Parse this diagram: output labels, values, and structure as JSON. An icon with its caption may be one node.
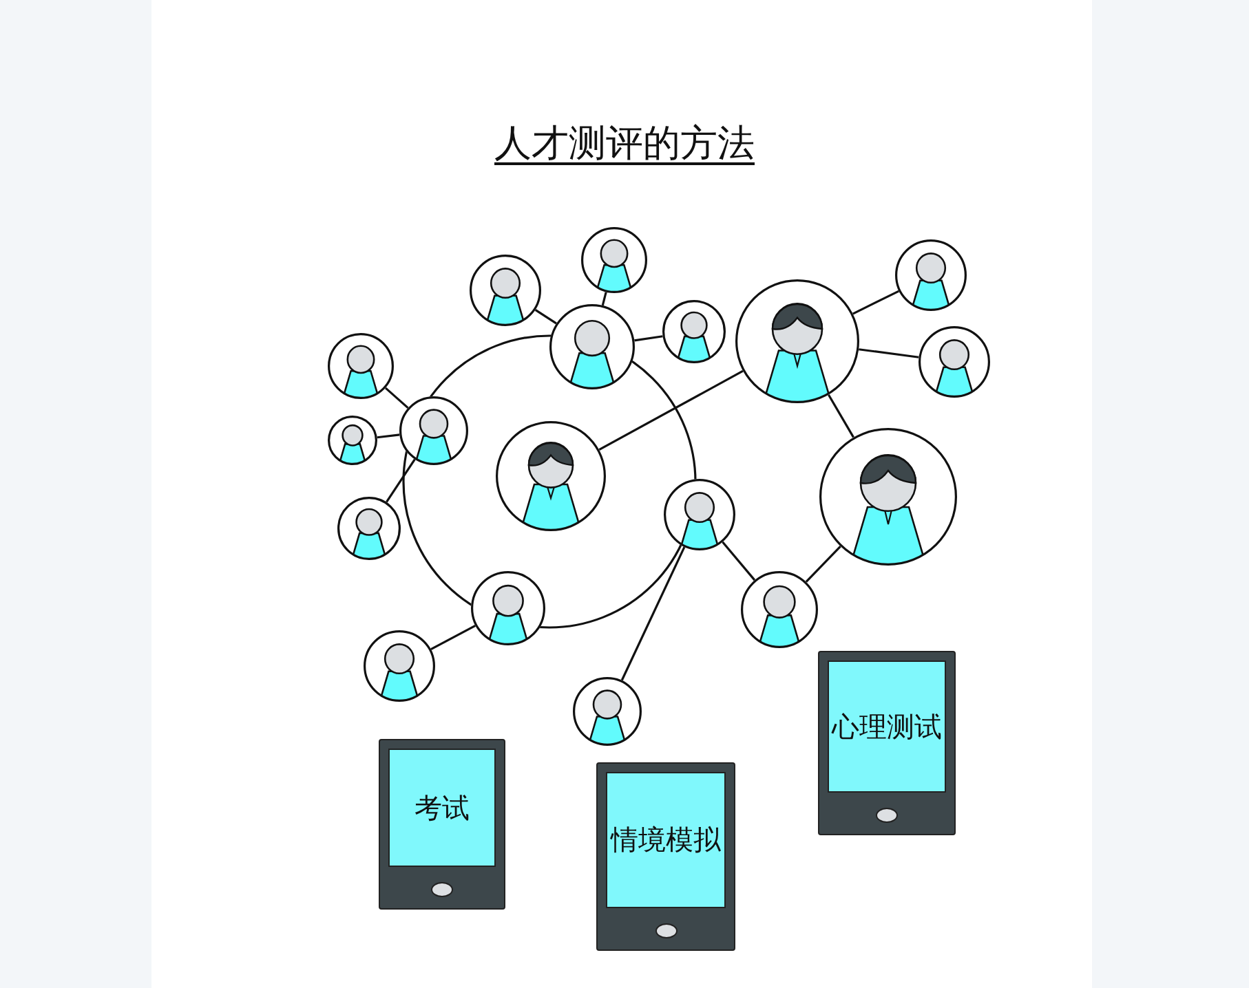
{
  "diagram": {
    "title": "人才测评的方法",
    "nodes": [
      {
        "text": [],
        "shape": "person"
      },
      {
        "text": [],
        "shape": "person"
      },
      {
        "text": [],
        "shape": "person"
      },
      {
        "text": [],
        "shape": "person"
      },
      {
        "text": [],
        "shape": "person"
      },
      {
        "text": [],
        "shape": "person"
      },
      {
        "text": [],
        "shape": "person"
      },
      {
        "text": [],
        "shape": "person"
      },
      {
        "text": [],
        "shape": "person"
      },
      {
        "text": [],
        "shape": "person"
      },
      {
        "text": [],
        "shape": "person"
      },
      {
        "text": [],
        "shape": "person"
      },
      {
        "text": [],
        "shape": "person"
      },
      {
        "text": [],
        "shape": "person"
      },
      {
        "text": [],
        "shape": "person"
      },
      {
        "text": [],
        "shape": "person"
      },
      {
        "text": [],
        "shape": "person"
      },
      {
        "text": [],
        "shape": "person"
      },
      {
        "text": [
          "心理测试"
        ]
      },
      {
        "text": [
          "考试"
        ]
      },
      {
        "text": [
          "情境模拟"
        ]
      }
    ],
    "edges": [
      {
        "from": 0,
        "to": 1,
        "arrow": "none"
      },
      {
        "from": 0,
        "to": 2,
        "arrow": "none"
      },
      {
        "from": 0,
        "to": 3,
        "arrow": "none"
      },
      {
        "from": 4,
        "to": 5,
        "arrow": "none"
      },
      {
        "from": 6,
        "to": 5,
        "arrow": "none"
      },
      {
        "from": 7,
        "to": 5,
        "arrow": "none"
      },
      {
        "from": 8,
        "to": 9,
        "arrow": "none"
      },
      {
        "from": 9,
        "to": 10,
        "arrow": "none"
      },
      {
        "from": 9,
        "to": 11,
        "arrow": "none"
      },
      {
        "from": 9,
        "to": 12,
        "arrow": "none"
      },
      {
        "from": 12,
        "to": 14,
        "arrow": "none"
      },
      {
        "from": 13,
        "to": 14,
        "arrow": "none"
      },
      {
        "from": 13,
        "to": 17,
        "arrow": "none"
      },
      {
        "from": 15,
        "to": 16,
        "arrow": "none"
      }
    ]
  }
}
